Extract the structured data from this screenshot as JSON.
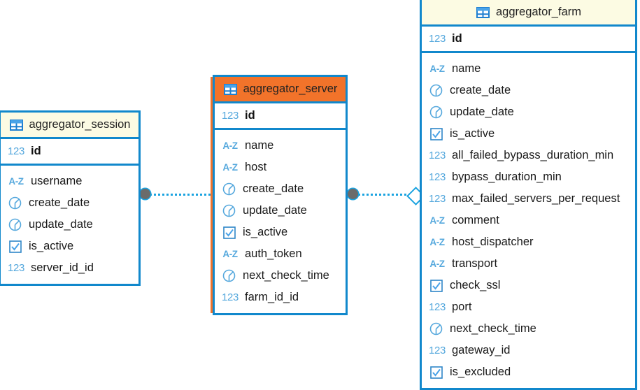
{
  "diagram": {
    "kind": "er-diagram",
    "colors": {
      "border": "#1188cc",
      "header_default": "#fcfbe3",
      "header_selected": "#f2732a",
      "selection_stripe": "#f2732a",
      "icon_blue": "#55a8dd",
      "connector": "#1aa3e0",
      "endpoint_fill": "#6b6b6b",
      "background": "#ffffff"
    }
  },
  "entities": [
    {
      "id": "aggregator_session",
      "title": "aggregator_session",
      "header_icon": "table-grid-icon",
      "selected": false,
      "primary_key": {
        "icon": "number-icon",
        "icon_label": "123",
        "name": "id"
      },
      "fields": [
        {
          "icon": "text-icon",
          "icon_label": "A-Z",
          "name": "username"
        },
        {
          "icon": "datetime-icon",
          "icon_label": "",
          "name": "create_date"
        },
        {
          "icon": "datetime-icon",
          "icon_label": "",
          "name": "update_date"
        },
        {
          "icon": "boolean-icon",
          "icon_label": "",
          "name": "is_active"
        },
        {
          "icon": "number-icon",
          "icon_label": "123",
          "name": "server_id_id"
        }
      ]
    },
    {
      "id": "aggregator_server",
      "title": "aggregator_server",
      "header_icon": "table-grid-icon",
      "selected": true,
      "primary_key": {
        "icon": "number-icon",
        "icon_label": "123",
        "name": "id"
      },
      "fields": [
        {
          "icon": "text-icon",
          "icon_label": "A-Z",
          "name": "name"
        },
        {
          "icon": "text-icon",
          "icon_label": "A-Z",
          "name": "host"
        },
        {
          "icon": "datetime-icon",
          "icon_label": "",
          "name": "create_date"
        },
        {
          "icon": "datetime-icon",
          "icon_label": "",
          "name": "update_date"
        },
        {
          "icon": "boolean-icon",
          "icon_label": "",
          "name": "is_active"
        },
        {
          "icon": "text-icon",
          "icon_label": "A-Z",
          "name": "auth_token"
        },
        {
          "icon": "datetime-icon",
          "icon_label": "",
          "name": "next_check_time"
        },
        {
          "icon": "number-icon",
          "icon_label": "123",
          "name": "farm_id_id"
        }
      ]
    },
    {
      "id": "aggregator_farm",
      "title": "aggregator_farm",
      "header_icon": "table-grid-icon",
      "selected": false,
      "primary_key": {
        "icon": "number-icon",
        "icon_label": "123",
        "name": "id"
      },
      "fields": [
        {
          "icon": "text-icon",
          "icon_label": "A-Z",
          "name": "name"
        },
        {
          "icon": "datetime-icon",
          "icon_label": "",
          "name": "create_date"
        },
        {
          "icon": "datetime-icon",
          "icon_label": "",
          "name": "update_date"
        },
        {
          "icon": "boolean-icon",
          "icon_label": "",
          "name": "is_active"
        },
        {
          "icon": "number-icon",
          "icon_label": "123",
          "name": "all_failed_bypass_duration_min"
        },
        {
          "icon": "number-icon",
          "icon_label": "123",
          "name": "bypass_duration_min"
        },
        {
          "icon": "number-icon",
          "icon_label": "123",
          "name": "max_failed_servers_per_request"
        },
        {
          "icon": "text-icon",
          "icon_label": "A-Z",
          "name": "comment"
        },
        {
          "icon": "text-icon",
          "icon_label": "A-Z",
          "name": "host_dispatcher"
        },
        {
          "icon": "text-icon",
          "icon_label": "A-Z",
          "name": "transport"
        },
        {
          "icon": "boolean-icon",
          "icon_label": "",
          "name": "check_ssl"
        },
        {
          "icon": "number-icon",
          "icon_label": "123",
          "name": "port"
        },
        {
          "icon": "datetime-icon",
          "icon_label": "",
          "name": "next_check_time"
        },
        {
          "icon": "number-icon",
          "icon_label": "123",
          "name": "gateway_id"
        },
        {
          "icon": "boolean-icon",
          "icon_label": "",
          "name": "is_excluded"
        }
      ]
    }
  ],
  "relationships": [
    {
      "id": "session-to-server",
      "from": "aggregator_session",
      "to": "aggregator_server",
      "from_endpoint": "filled-circle",
      "to_endpoint": "none",
      "line_style": "dotted"
    },
    {
      "id": "server-to-farm",
      "from": "aggregator_server",
      "to": "aggregator_farm",
      "from_endpoint": "filled-circle",
      "to_endpoint": "open-diamond",
      "line_style": "dotted"
    }
  ]
}
